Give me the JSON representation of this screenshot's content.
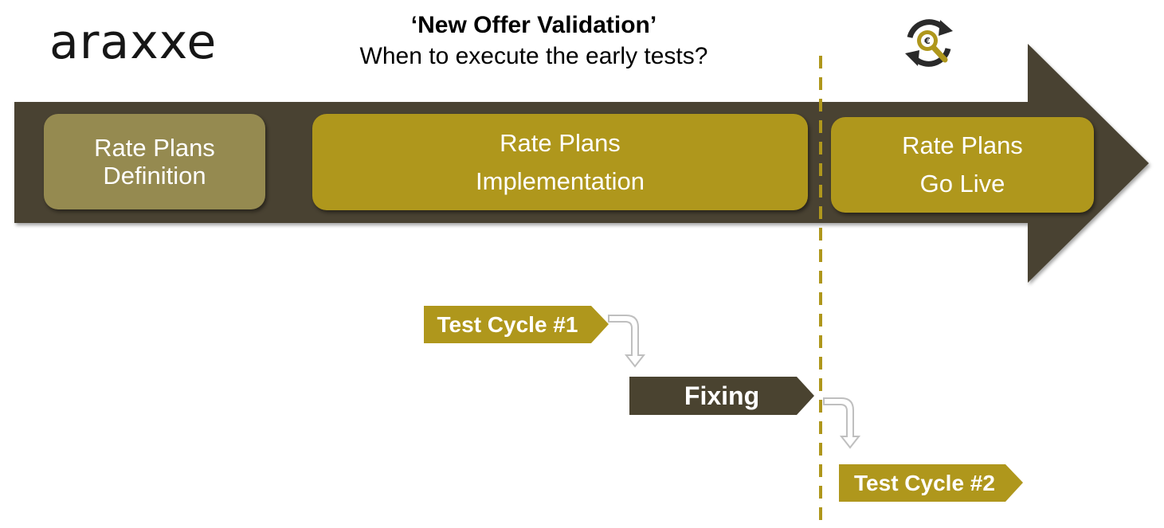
{
  "header": {
    "logo_text": "araxxe",
    "title": "‘New Offer Validation’",
    "subtitle": "When to execute the early tests?"
  },
  "timeline": {
    "phases": [
      {
        "line1": "Rate Plans",
        "line2": "Definition",
        "color": "#958a50"
      },
      {
        "line1": "Rate Plans",
        "line2": "Implementation",
        "color": "#af971c"
      },
      {
        "line1": "Rate Plans",
        "line2": "Go Live",
        "color": "#af971c"
      }
    ]
  },
  "steps": [
    {
      "label": "Test Cycle #1",
      "color": "#af971c"
    },
    {
      "label": "Fixing",
      "color": "#4a4330"
    },
    {
      "label": "Test Cycle #2",
      "color": "#af971c"
    }
  ],
  "colors": {
    "arrow": "#4a4330",
    "accent": "#af971c",
    "connector": "#bfbfbf",
    "divider": "#af971c"
  },
  "icons": {
    "go_live": "euro-magnifier-cycle-icon",
    "connectors": "bent-down-arrow-icon"
  }
}
